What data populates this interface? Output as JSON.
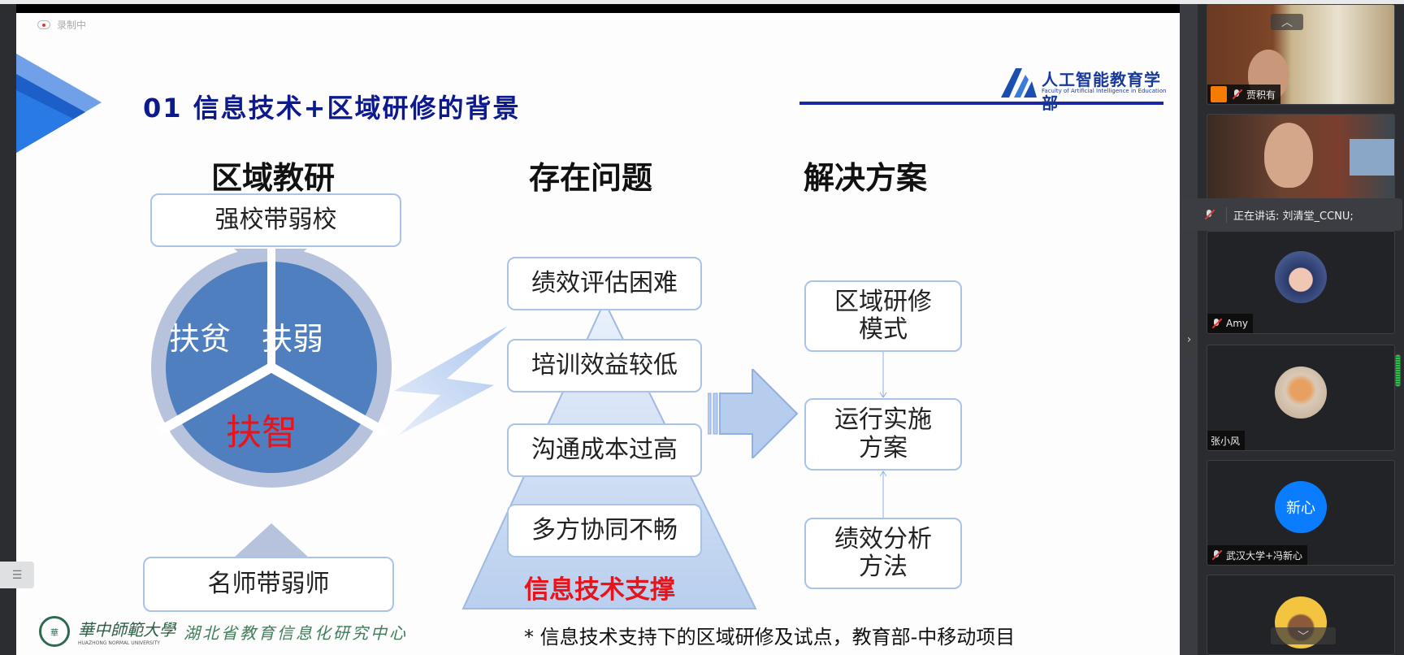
{
  "recording": {
    "label": "录制中"
  },
  "slide": {
    "title": "01 信息技术+区域研修的背景",
    "logo": {
      "name_cn": "人工智能教育学部",
      "name_en": "Faculty of Artificial Intelligence in Education"
    },
    "columns": {
      "left": {
        "header": "区域教研",
        "top_box": "强校带弱校",
        "bottom_box": "名师带弱师",
        "cycle": [
          "扶贫",
          "扶弱",
          "扶智"
        ]
      },
      "middle": {
        "header": "存在问题",
        "problems": [
          "绩效评估困难",
          "培训效益较低",
          "沟通成本过高",
          "多方协同不畅"
        ],
        "base_label": "信息技术支撑"
      },
      "right": {
        "header": "解决方案",
        "solutions": [
          "区域研修模式",
          "运行实施方案",
          "绩效分析方法"
        ]
      }
    },
    "footer": {
      "university": "華中師範大學",
      "university_en": "HUAZHONG NORMAL UNIVERSITY",
      "center": "湖北省教育信息化研究中心",
      "note": "* 信息技术支持下的区域研修及试点，教育部-中移动项目"
    }
  },
  "sidebar": {
    "speaking": "正在讲话: 刘清堂_CCNU;",
    "participants": [
      {
        "name": "贾积有",
        "type": "video"
      },
      {
        "name": "",
        "type": "video"
      },
      {
        "name": "Amy",
        "type": "avatar"
      },
      {
        "name": "张小风",
        "type": "avatar"
      },
      {
        "name": "武汉大学+冯新心",
        "type": "avatar",
        "initials": "新心"
      },
      {
        "name": "",
        "type": "avatar"
      }
    ]
  },
  "colors": {
    "title": "#0d1a8e",
    "accent_red": "#e8141b",
    "cycle_blue": "#4f7fbf",
    "avatar_blue": "#0a7cff"
  }
}
